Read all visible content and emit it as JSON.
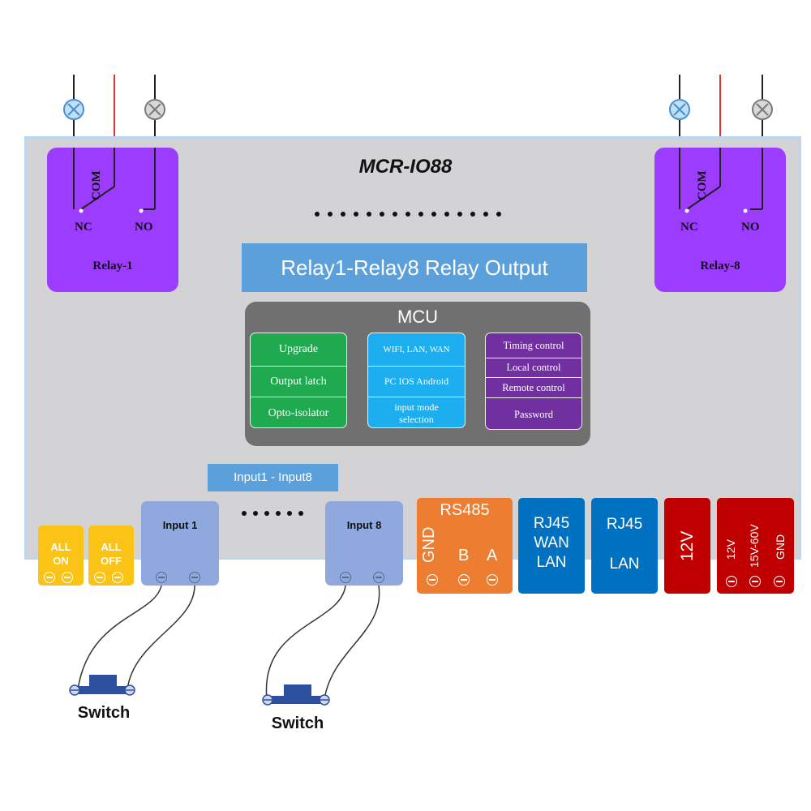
{
  "device_title": "MCR-IO88",
  "relays": [
    {
      "label": "Relay-1",
      "com": "COM",
      "nc": "NC",
      "no": "NO"
    },
    {
      "label": "Relay-8",
      "com": "COM",
      "nc": "NC",
      "no": "NO"
    }
  ],
  "relay_output_label": "Relay1-Relay8 Relay Output",
  "mcu": {
    "title": "MCU",
    "col1": [
      "Upgrade",
      "Output latch",
      "Opto-isolator"
    ],
    "col2": [
      "WIFI, LAN, WAN",
      "PC IOS Android",
      "input mode",
      "selection"
    ],
    "col3": [
      "Timing control",
      "Local control",
      "Remote control",
      "Password"
    ]
  },
  "input_range_label": "Input1 - Input8",
  "inputs": [
    {
      "label": "Input 1"
    },
    {
      "label": "Input 8"
    }
  ],
  "buttons": [
    {
      "line1": "ALL",
      "line2": "ON"
    },
    {
      "line1": "ALL",
      "line2": "OFF"
    }
  ],
  "rs485": {
    "title": "RS485",
    "gnd": "GND",
    "b": "B",
    "a": "A"
  },
  "rj45_wan": {
    "line1": "RJ45",
    "line2": "WAN",
    "line3": "LAN"
  },
  "rj45_lan": {
    "line1": "RJ45",
    "line2": "LAN"
  },
  "power_12v": "12V",
  "power_terminal": {
    "t1": "12V",
    "t2": "15V-60V",
    "t3": "GND"
  },
  "switches": [
    {
      "label": "Switch"
    },
    {
      "label": "Switch"
    }
  ],
  "colors": {
    "relay": "#9b3cff",
    "mcu_green": "#1faa50",
    "mcu_blue": "#1daeef",
    "mcu_purple": "#7030a0",
    "rs485": "#ed7d31",
    "rj45": "#0070c0",
    "power": "#c00000",
    "input_block": "#8fa9de",
    "button": "#fbc316"
  },
  "icons": [
    "lamp-icon",
    "screw-terminal-icon",
    "push-switch-icon"
  ]
}
